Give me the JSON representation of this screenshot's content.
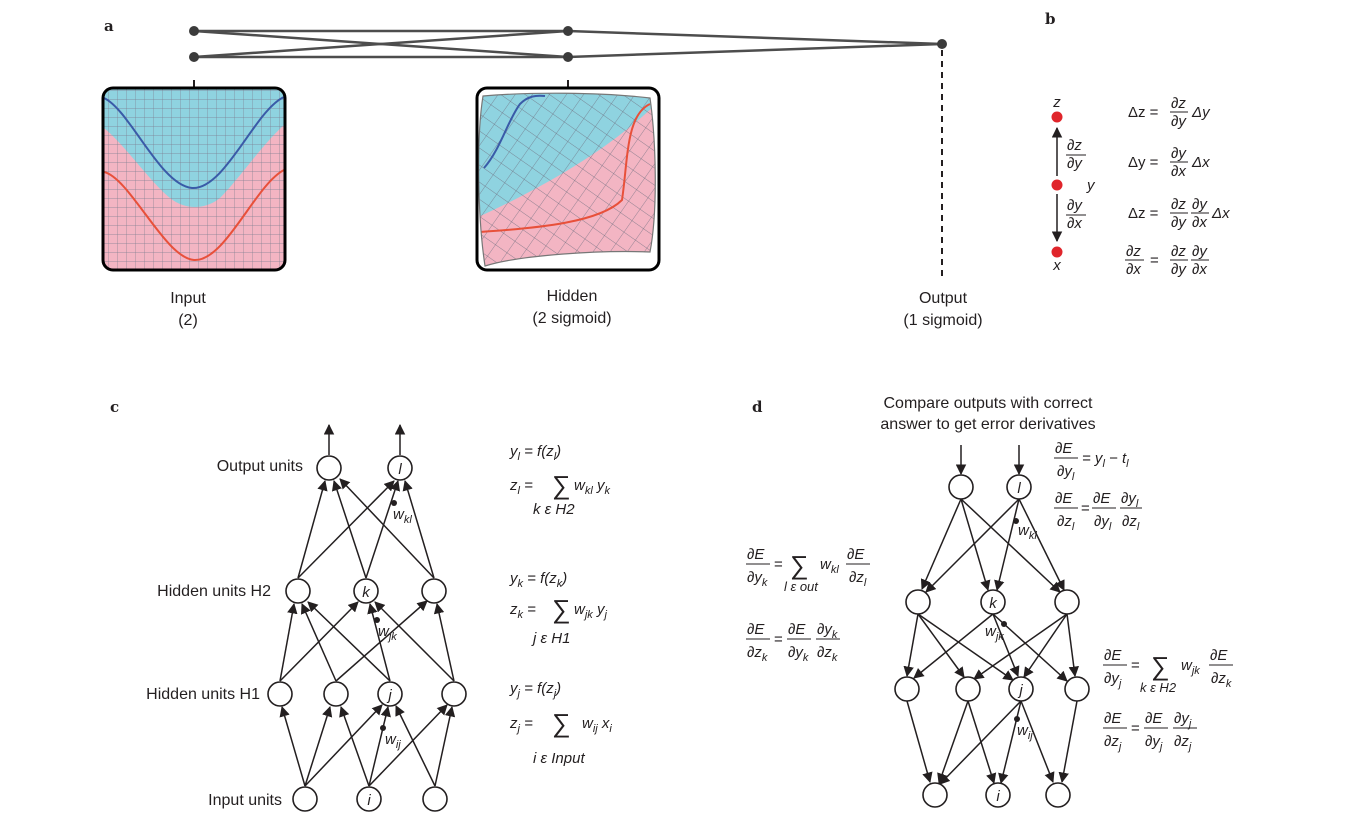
{
  "colors": {
    "ink": "#231f20",
    "class_blue": "#8fd3e0",
    "class_pink": "#f3b5c3",
    "curve_blue": "#3a5ba8",
    "curve_red": "#e8503a",
    "grid": "#7d7d8f",
    "node_red": "#e0252b"
  },
  "panel_a": {
    "label": "a",
    "input_label": "Input",
    "input_sub": "(2)",
    "hidden_label": "Hidden",
    "hidden_sub": "(2 sigmoid)",
    "output_label": "Output",
    "output_sub": "(1 sigmoid)"
  },
  "panel_b": {
    "label": "b",
    "z": "z",
    "y": "y",
    "x": "x",
    "dz": "∂z",
    "dy": "∂y",
    "dx": "∂x",
    "eq1_lhs": "Δz =",
    "eq1_tail": "Δy",
    "eq2_lhs": "Δy =",
    "eq2_tail": "Δx",
    "eq3_lhs": "Δz =",
    "eq3_tail": "Δx",
    "eq_sign": "="
  },
  "panel_c": {
    "label": "c",
    "output_units": "Output units",
    "hidden_h2": "Hidden units H2",
    "hidden_h1": "Hidden units H1",
    "input_units": "Input units",
    "node_l": "l",
    "node_k": "k",
    "node_j": "j",
    "node_i": "i",
    "w_kl": "w",
    "w_kl_sub": "kl",
    "w_jk": "w",
    "w_jk_sub": "jk",
    "w_ij": "w",
    "w_ij_sub": "ij",
    "eq_yl": "y",
    "eq_yl_rest": " = f(z",
    "eq_zl": "z",
    "eq_zl_rest": " = ",
    "sum": "∑",
    "eq_zl_term": "w",
    "eq_zl_range": "k ε H2",
    "eq_yk": "y",
    "eq_yk_rest": " = f(z",
    "eq_zk": "z",
    "eq_zk_range": "j ε H1",
    "eq_yj": "y",
    "eq_yj_rest": " = f(z",
    "eq_zj": "z",
    "eq_zj_range": "i ε Input",
    "close": ")"
  },
  "panel_d": {
    "label": "d",
    "caption_line1": "Compare outputs with correct",
    "caption_line2": "answer to get error derivatives",
    "node_l": "l",
    "node_k": "k",
    "node_j": "j",
    "node_i": "i",
    "w": "w",
    "w_kl_sub": "kl",
    "w_jk_sub": "jk",
    "w_ij_sub": "ij",
    "dE": "∂E",
    "eq_out_rhs": "= y",
    "minus_t": " − t",
    "range_out": "l ε out",
    "range_h2": "k ε H2"
  }
}
